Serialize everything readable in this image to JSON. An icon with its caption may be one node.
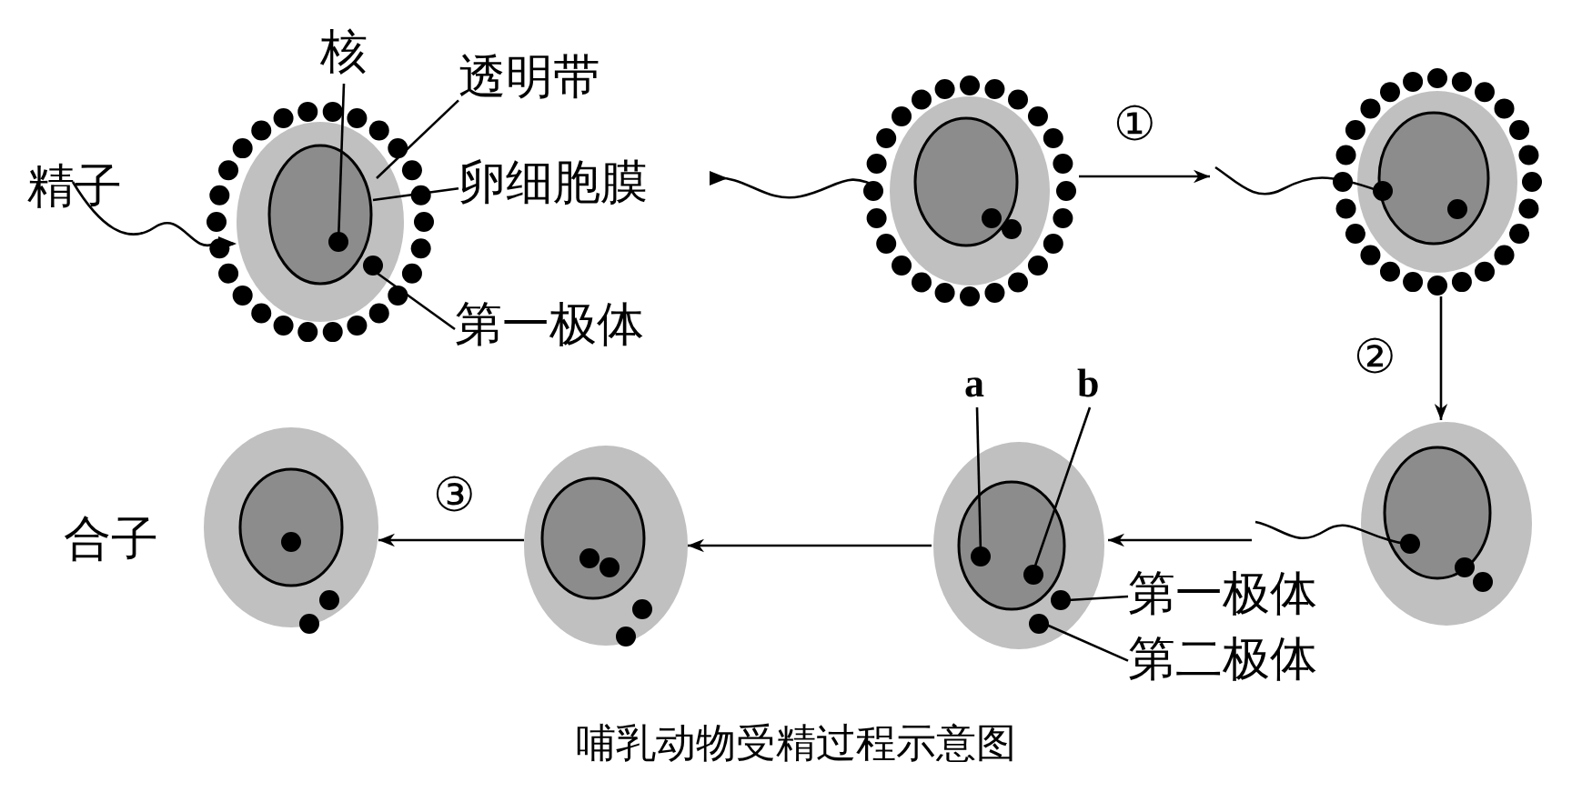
{
  "diagram": {
    "caption": "哺乳动物受精过程示意图",
    "nodes": [
      {
        "text": [],
        "shape": "picture"
      },
      {
        "text": [],
        "shape": "picture"
      },
      {
        "text": [],
        "shape": "picture"
      },
      {
        "text": [],
        "shape": "picture"
      },
      {
        "text": [],
        "shape": "picture"
      },
      {
        "text": [],
        "shape": "picture"
      },
      {
        "text": [],
        "shape": "picture",
        "beside": [
          "合子"
        ]
      },
      {
        "text": [
          "核"
        ]
      },
      {
        "text": [
          "透明带"
        ]
      },
      {
        "text": [
          "卵细胞膜"
        ]
      },
      {
        "text": [
          "第一极体"
        ]
      },
      {
        "text": [
          "a"
        ]
      },
      {
        "text": [
          "b"
        ]
      },
      {
        "text": [
          "第一极体"
        ]
      },
      {
        "text": [
          "第二极体"
        ]
      }
    ],
    "edges": [
      {
        "from": 1,
        "to": 2,
        "arrow": "to",
        "label": "①"
      },
      {
        "from": 2,
        "to": 3,
        "arrow": "to",
        "label": "②"
      },
      {
        "from": 3,
        "to": 4,
        "arrow": "to"
      },
      {
        "from": 4,
        "to": 5,
        "arrow": "to"
      },
      {
        "from": 5,
        "to": 6,
        "arrow": "to",
        "label": "③"
      },
      {
        "from": 7,
        "to": 0,
        "arrow": "none"
      },
      {
        "from": 8,
        "to": 0,
        "arrow": "none"
      },
      {
        "from": 9,
        "to": 0,
        "arrow": "none"
      },
      {
        "from": 10,
        "to": 0,
        "arrow": "none"
      },
      {
        "from": 11,
        "to": 4,
        "arrow": "none"
      },
      {
        "from": 12,
        "to": 4,
        "arrow": "none"
      },
      {
        "from": 13,
        "to": 4,
        "arrow": "none"
      },
      {
        "from": 14,
        "to": 4,
        "arrow": "none"
      }
    ],
    "labels": [
      "精子"
    ]
  }
}
